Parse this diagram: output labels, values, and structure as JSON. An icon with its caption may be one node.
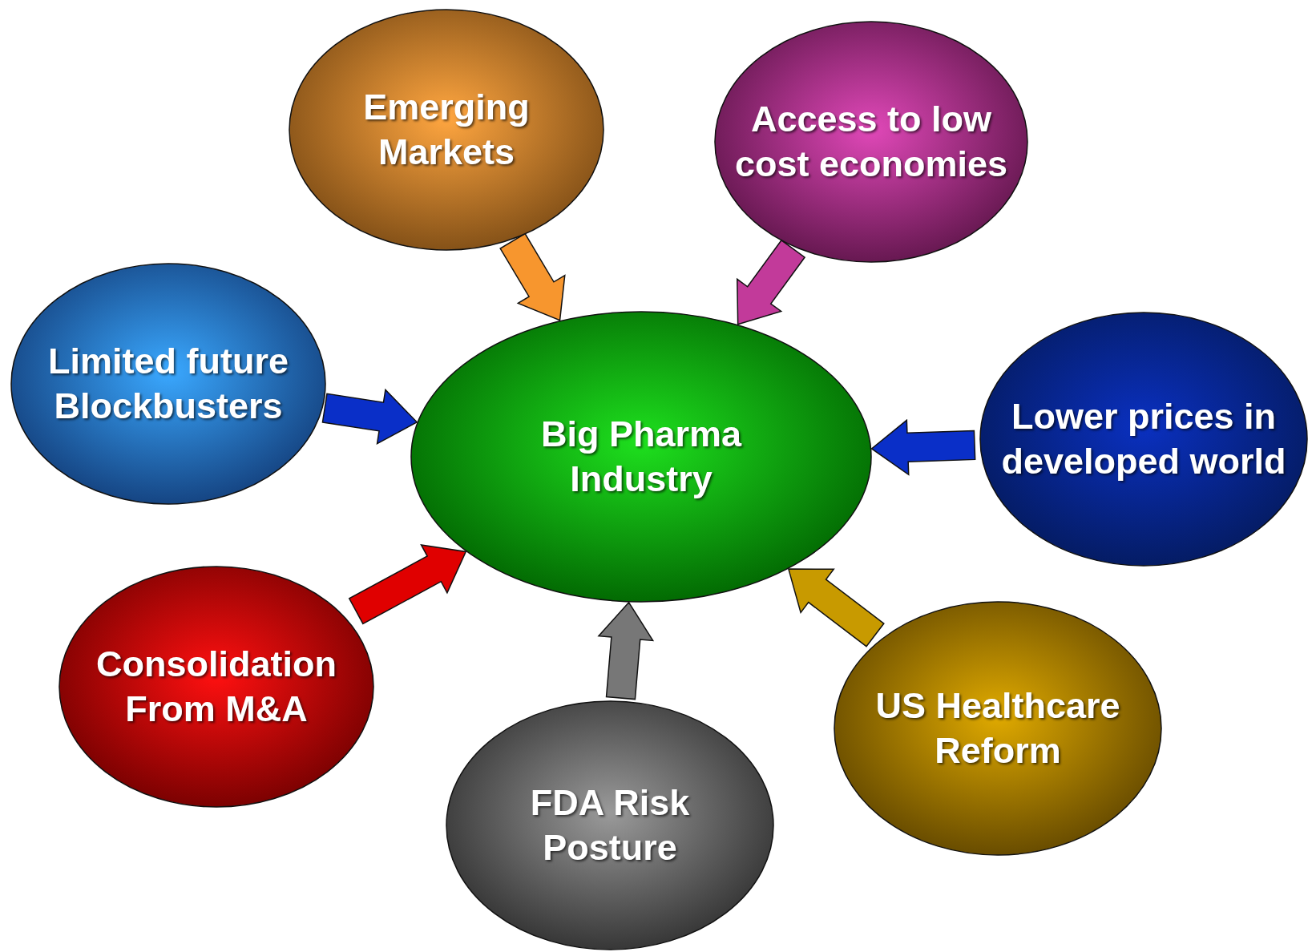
{
  "diagram": {
    "nodes": [
      {
        "text": [
          "Big Pharma Industry"
        ]
      },
      {
        "text": [
          "Emerging Markets"
        ]
      },
      {
        "text": [
          "Access to low cost economies"
        ]
      },
      {
        "text": [
          "Limited future Blockbusters"
        ]
      },
      {
        "text": [
          "Lower prices in developed world"
        ]
      },
      {
        "text": [
          "Consolidation From M&A"
        ]
      },
      {
        "text": [
          "FDA Risk Posture"
        ]
      },
      {
        "text": [
          "US Healthcare Reform"
        ]
      }
    ],
    "edges": [
      {
        "from": 1,
        "to": 0,
        "arrow": "to",
        "color": "#f7962e"
      },
      {
        "from": 2,
        "to": 0,
        "arrow": "to",
        "color": "#c23a9a"
      },
      {
        "from": 3,
        "to": 0,
        "arrow": "to",
        "color": "#0a2fc8"
      },
      {
        "from": 4,
        "to": 0,
        "arrow": "to",
        "color": "#0a2fc8"
      },
      {
        "from": 5,
        "to": 0,
        "arrow": "to",
        "color": "#e00000"
      },
      {
        "from": 6,
        "to": 0,
        "arrow": "to",
        "color": "#777777"
      },
      {
        "from": 7,
        "to": 0,
        "arrow": "to",
        "color": "#c89a00"
      }
    ]
  }
}
